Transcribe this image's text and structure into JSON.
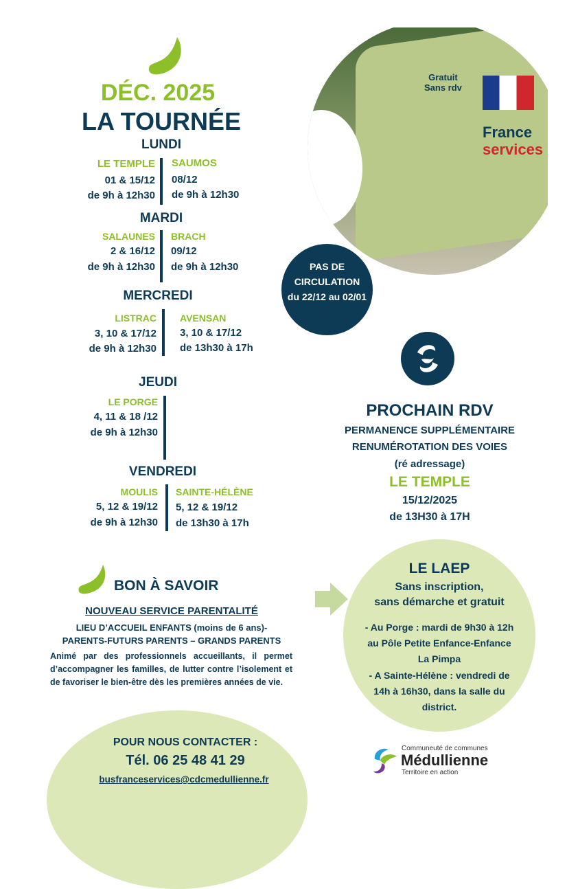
{
  "header": {
    "month": "DÉC. 2025",
    "title": "LA TOURNÉE"
  },
  "days": [
    {
      "day": "LUNDI",
      "stops": [
        {
          "place": "LE TEMPLE",
          "dates": "01 & 15/12",
          "hours": "de 9h à 12h30"
        },
        {
          "place": "SAUMOS",
          "dates": "08/12",
          "hours": "de 9h à 12h30"
        }
      ]
    },
    {
      "day": "MARDI",
      "stops": [
        {
          "place": "SALAUNES",
          "dates": "2 & 16/12",
          "hours": "de 9h à 12h30"
        },
        {
          "place": "BRACH",
          "dates": "09/12",
          "hours": "de 9h à 12h30"
        }
      ]
    },
    {
      "day": "MERCREDI",
      "stops": [
        {
          "place": "LISTRAC",
          "dates": "3, 10 & 17/12",
          "hours": "de 9h à 12h30"
        },
        {
          "place": "AVENSAN",
          "dates": "3, 10 & 17/12",
          "hours": "de 13h30 à 17h"
        }
      ]
    },
    {
      "day": "JEUDI",
      "stops": [
        {
          "place": "LE PORGE",
          "dates": "4, 11 & 18 /12",
          "hours": "de 9h à 12h30"
        }
      ]
    },
    {
      "day": "VENDREDI",
      "stops": [
        {
          "place": "MOULIS",
          "dates": "5, 12 & 19/12",
          "hours": "de 9h à 12h30"
        },
        {
          "place": "SAINTE-HÉLÈNE",
          "dates": "5, 12 & 19/12",
          "hours": "de 13h30 à 17h"
        }
      ]
    }
  ],
  "photo": {
    "van_text_1": "Gratuit",
    "van_text_2": "Sans rdv",
    "brand_1": "France",
    "brand_2": "services"
  },
  "notice": {
    "line1": "PAS DE",
    "line2": "CIRCULATION",
    "line3": "du 22/12 au 02/01"
  },
  "rdv": {
    "title": "PROCHAIN RDV",
    "line1": "PERMANENCE SUPPLÉMENTAIRE",
    "line2": "RENUMÉROTATION DES VOIES",
    "line3": "(ré  adressage)",
    "place": "LE  TEMPLE",
    "date": "15/12/2025",
    "hours": "de 13H30 à 17H"
  },
  "info": {
    "title": "BON À SAVOIR",
    "subtitle": "NOUVEAU SERVICE PARENTALITÉ",
    "line1": "LIEU D’ACCUEIL ENFANTS (moins de 6 ans)-",
    "line2": "PARENTS-FUTURS PARENTS – GRANDS PARENTS",
    "body": "Animé par des professionnels accueillants, il permet d’accompagner les familles, de lutter contre l’isolement et de favoriser le bien-être dès les premières années de vie."
  },
  "laep": {
    "title": "LE LAEP",
    "sub1": "Sans inscription,",
    "sub2": "sans démarche et gratuit",
    "l1": "- Au Porge : mardi de 9h30 à 12h",
    "l2": "au Pôle Petite Enfance-Enfance",
    "l3": "La Pimpa",
    "l4": "- A Sainte-Hélène : vendredi de",
    "l5": "14h à 16h30, dans la salle du",
    "l6": "district."
  },
  "contact": {
    "title": "POUR NOUS CONTACTER :",
    "phone": "Tél. 06 25 48 41 29",
    "email": "busfranceservices@cdcmedullienne.fr"
  },
  "logo": {
    "top": "Communeuté de communes",
    "name": "Médullienne",
    "tagline": "Territoire en action"
  },
  "colors": {
    "navy": "#0d3a55",
    "green": "#8dbf2a",
    "light_green": "#dce8b8"
  }
}
